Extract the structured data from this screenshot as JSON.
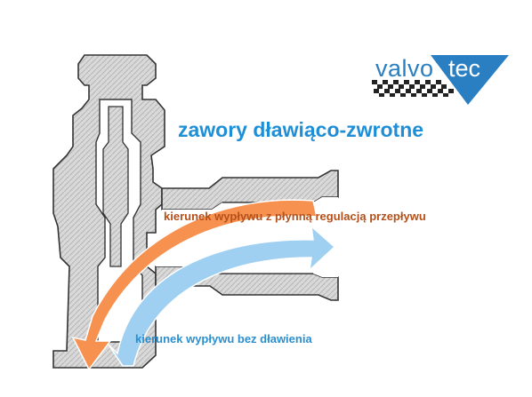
{
  "title": "zawory dławiąco-zwrotne",
  "labels": {
    "regulated_flow": "kierunek wypływu z płynną regulacją przepływu",
    "free_flow": "kierunek wypływu bez dławienia"
  },
  "logo": {
    "part1": "valvo",
    "part2": "tec"
  },
  "colors": {
    "title": "#1e8fd6",
    "regulated_arrow": "#f7914f",
    "free_arrow": "#9fd0f1",
    "logo_blue": "#2a7fc2",
    "valve_fill": "#d8d8d8"
  }
}
